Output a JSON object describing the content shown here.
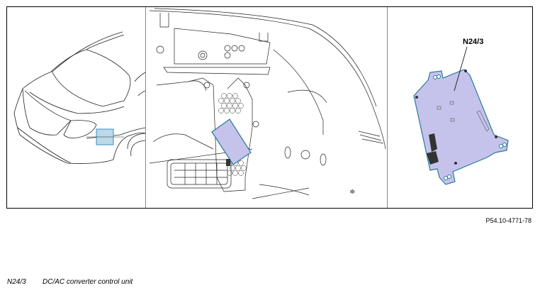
{
  "figure": {
    "reference_code": "P54.10-4771-78",
    "panels": [
      {
        "id": "vehicle-overview",
        "description": "Rear three-quarter view of vehicle with highlighted location"
      },
      {
        "id": "trunk-location",
        "description": "Trunk side panel showing installed control unit"
      },
      {
        "id": "component-detail",
        "description": "Detail view of control unit",
        "callout": "N24/3"
      }
    ],
    "highlight_colors": {
      "location_marker_fill": "#bcd9ea",
      "location_marker_stroke": "#3a8fc0",
      "component_fill": "#c5c3ec",
      "component_stroke": "#2a7a9a"
    }
  },
  "legend": {
    "items": [
      {
        "code": "N24/3",
        "label": "DC/AC converter control unit"
      }
    ]
  }
}
